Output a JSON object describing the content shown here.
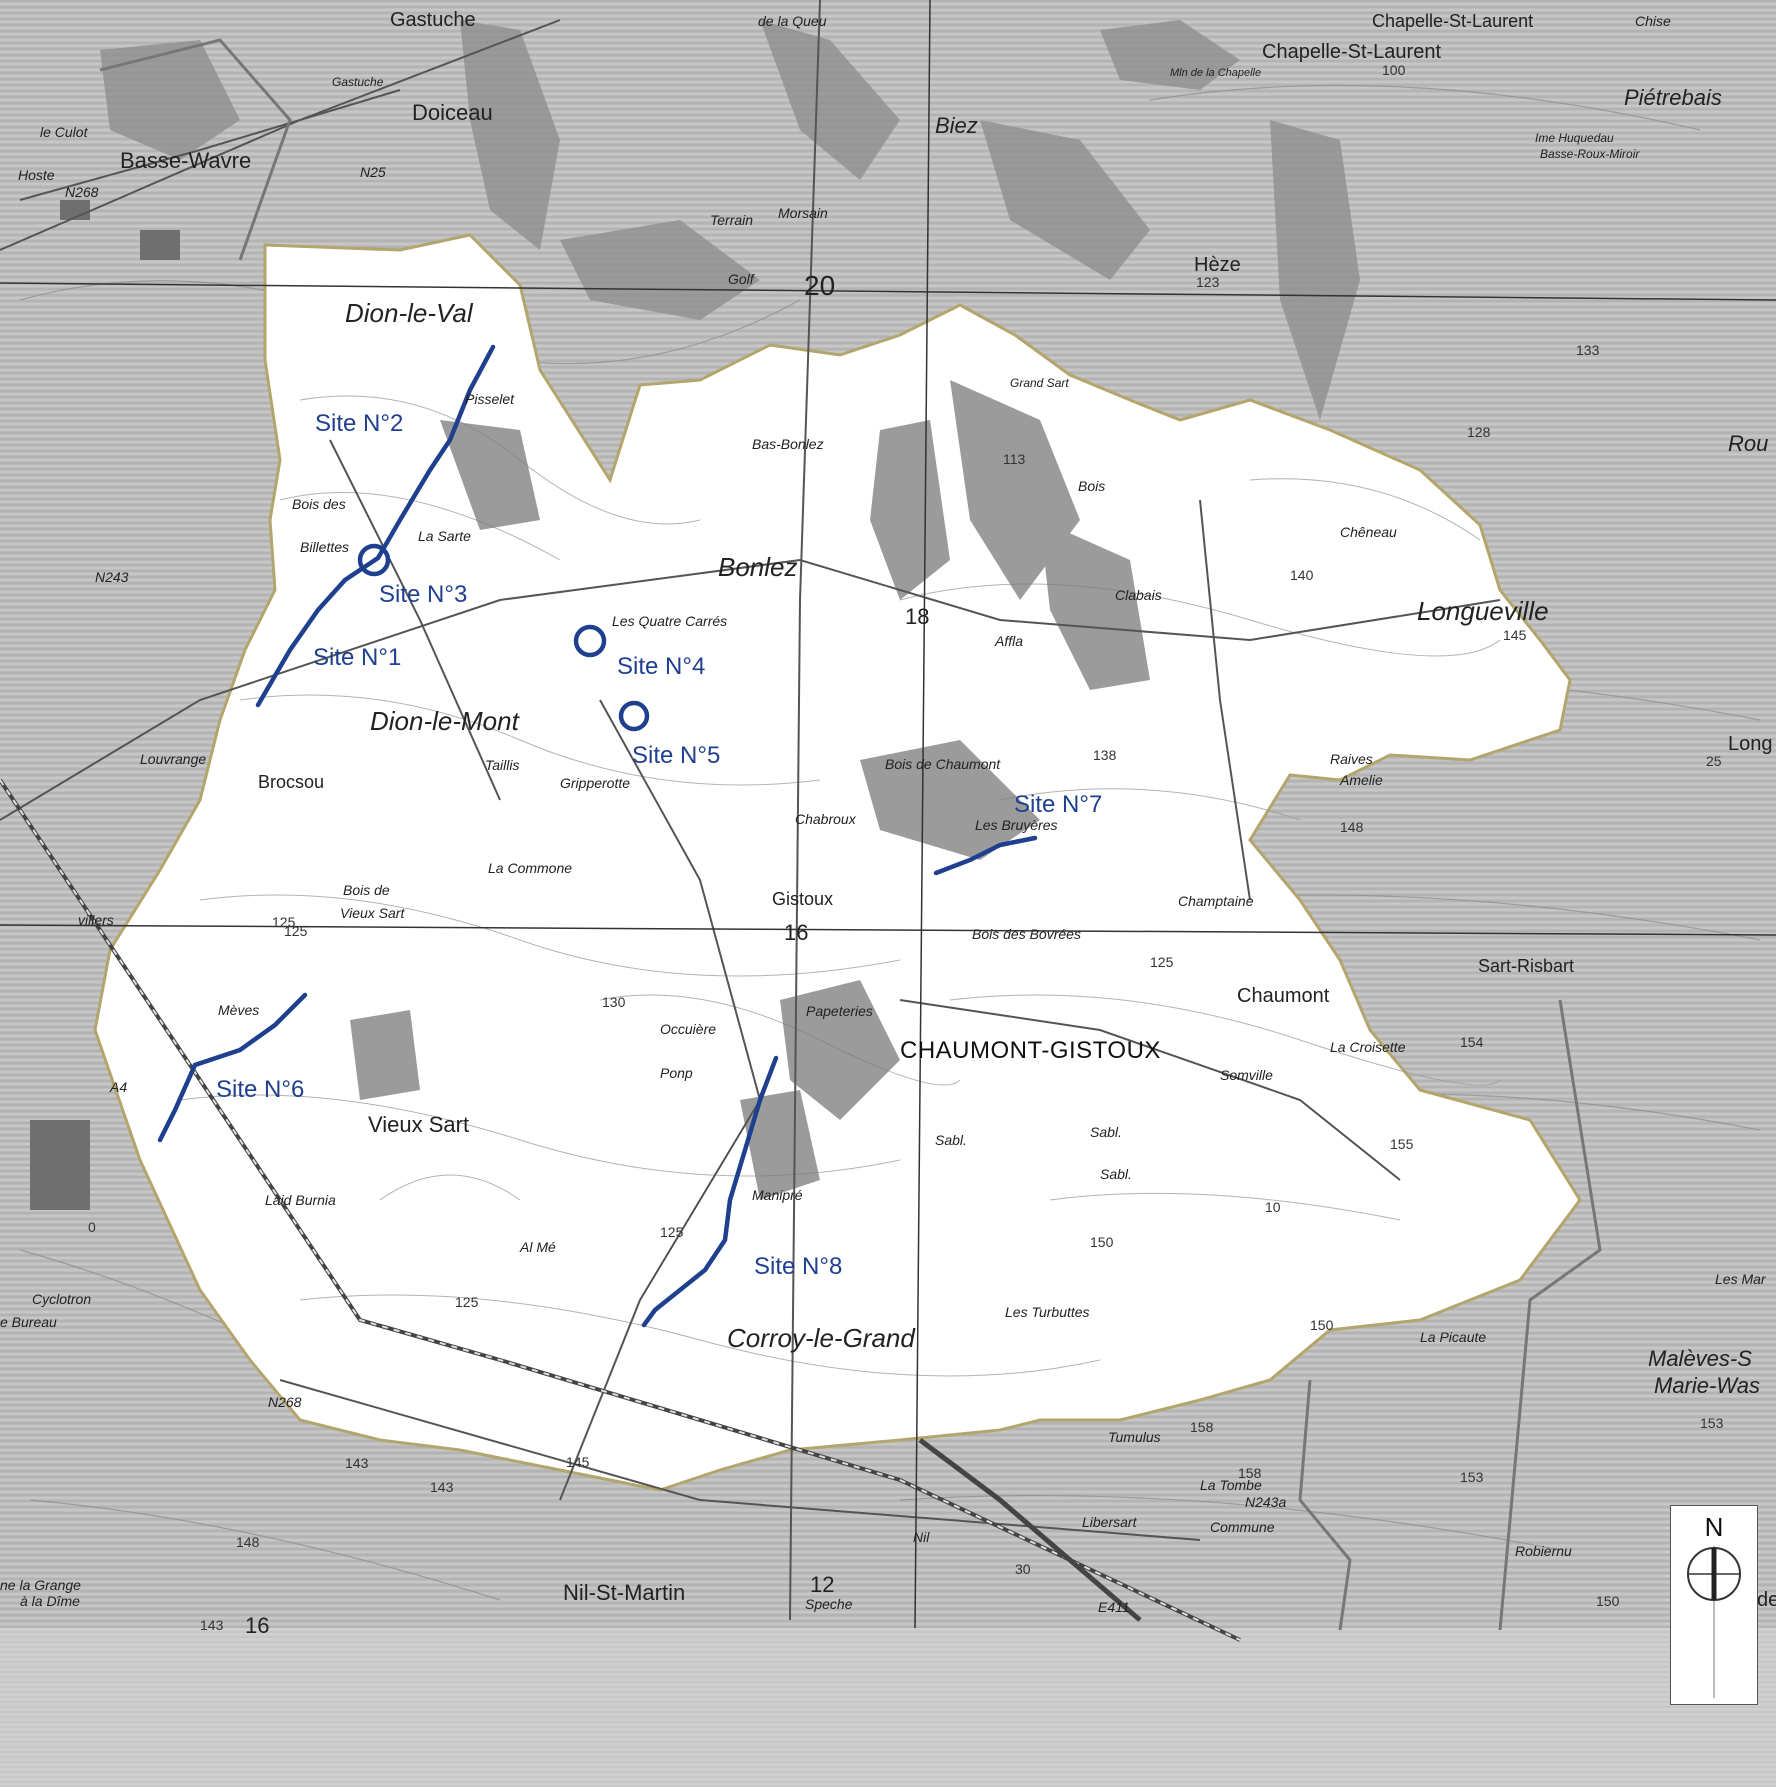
{
  "colors": {
    "site_blue": "#1f3f8f",
    "background_gray": "#bdbdbd",
    "area_white": "#ffffff",
    "boundary_gold": "#b3a56b"
  },
  "compass": {
    "label": "N"
  },
  "sites": [
    {
      "id": "site-1",
      "label": "Site N°1",
      "marker": "line"
    },
    {
      "id": "site-2",
      "label": "Site N°2",
      "marker": "line"
    },
    {
      "id": "site-3",
      "label": "Site N°3",
      "marker": "circle"
    },
    {
      "id": "site-4",
      "label": "Site N°4",
      "marker": "circle"
    },
    {
      "id": "site-5",
      "label": "Site N°5",
      "marker": "circle"
    },
    {
      "id": "site-6",
      "label": "Site N°6",
      "marker": "line"
    },
    {
      "id": "site-7",
      "label": "Site N°7",
      "marker": "line"
    },
    {
      "id": "site-8",
      "label": "Site N°8",
      "marker": "line"
    }
  ],
  "towns": {
    "dion_le_val": "Dion-le-Val",
    "dion_le_mont": "Dion-le-Mont",
    "bonlez": "Bonlez",
    "longueville": "Longueville",
    "chaumont_gistoux": "CHAUMONT-GISTOUX",
    "chaumont": "Chaumont",
    "gistoux": "Gistoux",
    "vieux_sart": "Vieux Sart",
    "corroy": "Corroy-le-Grand",
    "nil_st_martin": "Nil-St-Martin",
    "doiceau": "Doiceau",
    "basse_wavre": "Basse-Wavre",
    "biez": "Biez",
    "heze": "Hèze",
    "pietrebais": "Piétrebais",
    "chapelle": "Chapelle-St-Laurent",
    "chapelle_top": "Chapelle-St-Laurent",
    "gastuche": "Gastuche",
    "sart_risbart": "Sart-Risbart",
    "maleves": "Malèves-S",
    "marie_was": "Marie-Was",
    "brocsou": "Brocsou",
    "chise": "Chise",
    "rou": "Rou",
    "long": "Long"
  },
  "places": {
    "bas_bonlez": "Bas-Bonlez",
    "la_commone": "La Commone",
    "gripperotte": "Gripperotte",
    "quatre_carres": "Les Quatre Carrés",
    "chabroux": "Chabroux",
    "bois_chaumont": "Bois de Chaumont",
    "les_bruyeres": "Les Bruyères",
    "champtaine": "Champtaine",
    "bois_bovrees": "Bois des Bovrées",
    "papeteries": "Papeteries",
    "occuiere": "Occuière",
    "manipre": "Manipré",
    "meves": "Mèves",
    "laid_burnia": "Laid Burnia",
    "la_croisette": "La Croisette",
    "somville": "Somville",
    "la_picaute": "La Picaute",
    "les_turbuttes": "Les Turbuttes",
    "tumulus": "Tumulus",
    "la_tombe": "La Tombe",
    "libersart": "Libersart",
    "commune": "Commune",
    "robiernu": "Robiernu",
    "speche": "Speche",
    "taillis": "Taillis",
    "bois_de": "Bois de",
    "vieux_sart2": "Vieux Sart",
    "la_sarte": "La Sarte",
    "golf": "Golf",
    "morsain": "Morsain",
    "terrain": "Terrain",
    "bois": "Bois",
    "clabais": "Clabais",
    "affla": "Affla",
    "raives": "Raives",
    "amelie": "Amelie",
    "cheneau": "Chêneau",
    "sabl1": "Sabl.",
    "sabl2": "Sabl.",
    "sabl3": "Sabl.",
    "le_culot": "le Culot",
    "hoste": "Hoste",
    "villers": "villers",
    "louvrange": "Louvrange",
    "cyclotron": "Cyclotron",
    "bureau": "e Bureau",
    "grange": "ne la Grange",
    "dime": "à la Dîme",
    "de_la_queu": "de la Queu",
    "les_mar": "Les Mar",
    "de": "de",
    "ponp": "Ponp",
    "ar_me": "Al Mé",
    "bois_des_billettes": "Bois des",
    "billettes": "Billettes",
    "pisselet": "Pisselet",
    "chapelle_mln": "Mln de la Chapelle",
    "grand_sart": "Grand Sart",
    "basse_roux": "Basse-Roux-Miroir",
    "huquedau": "Ime Huquedau",
    "gastuche_small": "Gastuche",
    "bruyere_lbl": "Bruyères",
    "bois2": "Bois",
    "bois3": "Bois"
  },
  "grid_labels": {
    "g20": "20",
    "g16a": "16",
    "g16b": "16",
    "g12": "12",
    "g18": "18"
  },
  "elevations": {
    "e100": "100",
    "e123": "123",
    "e128": "128",
    "e133": "133",
    "e140": "140",
    "e145a": "145",
    "e138": "138",
    "e148": "148",
    "e125a": "125",
    "e130": "130",
    "e154": "154",
    "e155": "155",
    "e150a": "150",
    "e150b": "150",
    "e158a": "158",
    "e158b": "158",
    "e153a": "153",
    "e153b": "153",
    "e143a": "143",
    "e143b": "143",
    "e143c": "143",
    "e148b": "148",
    "e145b": "145",
    "e125b": "125",
    "e125c": "125",
    "e125d": "125",
    "e125e": "125",
    "e113": "113",
    "e10": "10",
    "e25": "25",
    "e30": "30",
    "e0": "0",
    "e1xx": "150"
  },
  "roads": {
    "n25": "N25",
    "n268": "N268",
    "n243": "N243",
    "n243a": "N243a",
    "e411": "E411",
    "a4": "A4",
    "n268b": "N268",
    "nil": "Nil"
  }
}
